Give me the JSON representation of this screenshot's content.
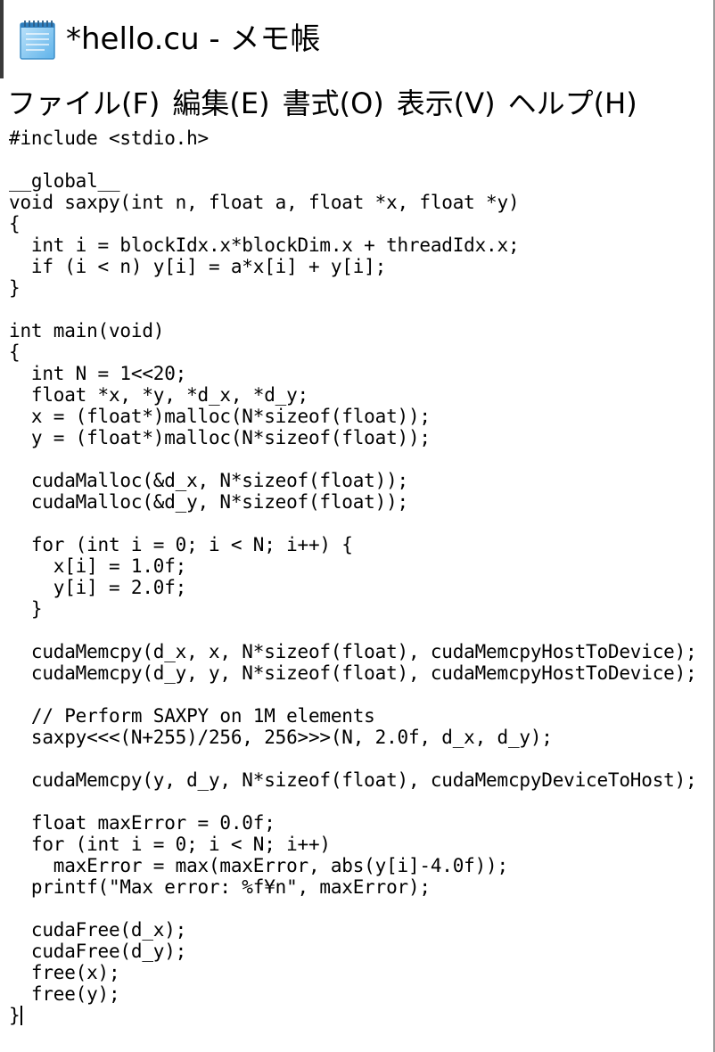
{
  "window": {
    "title": "*hello.cu - メモ帳",
    "icon": "notepad-icon"
  },
  "menu": {
    "items": [
      {
        "label": "ファイル(F)"
      },
      {
        "label": "編集(E)"
      },
      {
        "label": "書式(O)"
      },
      {
        "label": "表示(V)"
      },
      {
        "label": "ヘルプ(H)"
      }
    ]
  },
  "editor": {
    "lines": [
      "#include <stdio.h>",
      "",
      "__global__",
      "void saxpy(int n, float a, float *x, float *y)",
      "{",
      "  int i = blockIdx.x*blockDim.x + threadIdx.x;",
      "  if (i < n) y[i] = a*x[i] + y[i];",
      "}",
      "",
      "int main(void)",
      "{",
      "  int N = 1<<20;",
      "  float *x, *y, *d_x, *d_y;",
      "  x = (float*)malloc(N*sizeof(float));",
      "  y = (float*)malloc(N*sizeof(float));",
      "",
      "  cudaMalloc(&d_x, N*sizeof(float));",
      "  cudaMalloc(&d_y, N*sizeof(float));",
      "",
      "  for (int i = 0; i < N; i++) {",
      "    x[i] = 1.0f;",
      "    y[i] = 2.0f;",
      "  }",
      "",
      "  cudaMemcpy(d_x, x, N*sizeof(float), cudaMemcpyHostToDevice);",
      "  cudaMemcpy(d_y, y, N*sizeof(float), cudaMemcpyHostToDevice);",
      "",
      "  // Perform SAXPY on 1M elements",
      "  saxpy<<<(N+255)/256, 256>>>(N, 2.0f, d_x, d_y);",
      "",
      "  cudaMemcpy(y, d_y, N*sizeof(float), cudaMemcpyDeviceToHost);",
      "",
      "  float maxError = 0.0f;",
      "  for (int i = 0; i < N; i++)",
      "    maxError = max(maxError, abs(y[i]-4.0f));",
      "  printf(\"Max error: %f¥n\", maxError);",
      "",
      "  cudaFree(d_x);",
      "  cudaFree(d_y);",
      "  free(x);",
      "  free(y);",
      "}"
    ]
  }
}
